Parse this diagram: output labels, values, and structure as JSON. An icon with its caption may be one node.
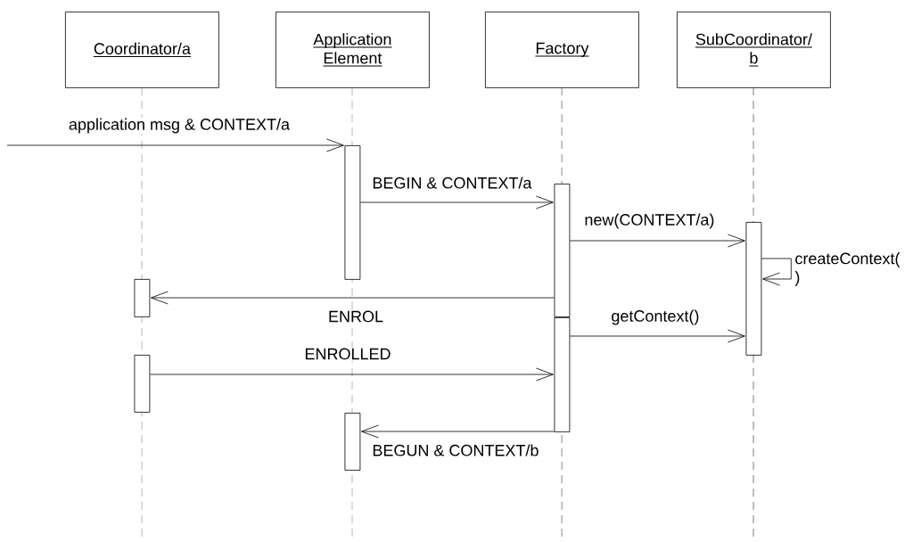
{
  "diagram": {
    "nodes": [
      {
        "text": [
          "Coordinator/a"
        ]
      },
      {
        "text": [
          "Application Element"
        ]
      },
      {
        "text": [
          "Factory"
        ]
      },
      {
        "text": [
          "SubCoordinator/ b"
        ]
      },
      {
        "text": [],
        "shape": "bar"
      },
      {
        "text": [],
        "shape": "bar"
      },
      {
        "text": [],
        "shape": "bar"
      },
      {
        "text": [],
        "shape": "bar"
      },
      {
        "text": [],
        "shape": "bar"
      },
      {
        "text": [],
        "shape": "bar"
      },
      {
        "text": [],
        "shape": "bar"
      }
    ],
    "edges": [
      {
        "from": null,
        "to": 4,
        "arrow": "to",
        "label": "application msg & CONTEXT/a"
      },
      {
        "from": 4,
        "to": 5,
        "arrow": "to",
        "label": "BEGIN & CONTEXT/a"
      },
      {
        "from": 5,
        "to": 6,
        "arrow": "to",
        "label": "new(CONTEXT/a)"
      },
      {
        "from": 6,
        "to": 6,
        "arrow": "to",
        "label": "createContext( )"
      },
      {
        "from": 5,
        "to": 7,
        "arrow": "to",
        "label": "ENROL"
      },
      {
        "from": 8,
        "to": 6,
        "arrow": "to",
        "label": "getContext()"
      },
      {
        "from": 9,
        "to": 8,
        "arrow": "to",
        "label": "ENROLLED"
      },
      {
        "from": 8,
        "to": 10,
        "arrow": "to",
        "label": "BEGUN & CONTEXT/b"
      }
    ]
  }
}
